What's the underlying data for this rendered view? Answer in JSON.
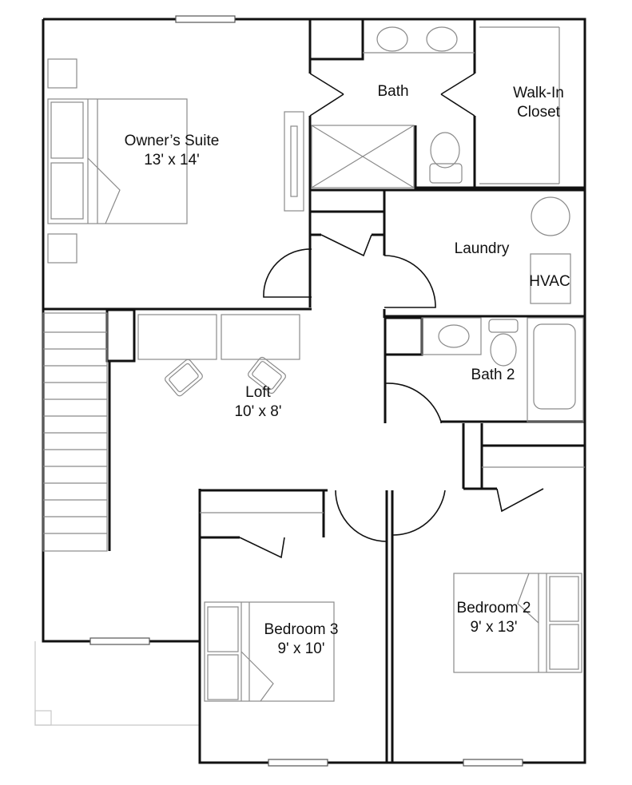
{
  "rooms": {
    "owners_suite": {
      "name": "Owner’s Suite",
      "size": "13' x 14'"
    },
    "bath": {
      "name": "Bath"
    },
    "walk_in_closet": {
      "line1": "Walk-In",
      "line2": "Closet"
    },
    "laundry": {
      "name": "Laundry"
    },
    "hvac": {
      "name": "HVAC"
    },
    "bath_2": {
      "name": "Bath 2"
    },
    "loft": {
      "name": "Loft",
      "size": "10' x 8'"
    },
    "bedroom_3": {
      "name": "Bedroom 3",
      "size": "9' x 10'"
    },
    "bedroom_2": {
      "name": "Bedroom 2",
      "size": "9' x 13'"
    }
  },
  "colors": {
    "wall": "#111111",
    "fixture": "#8a8a8a",
    "background": "#ffffff"
  }
}
